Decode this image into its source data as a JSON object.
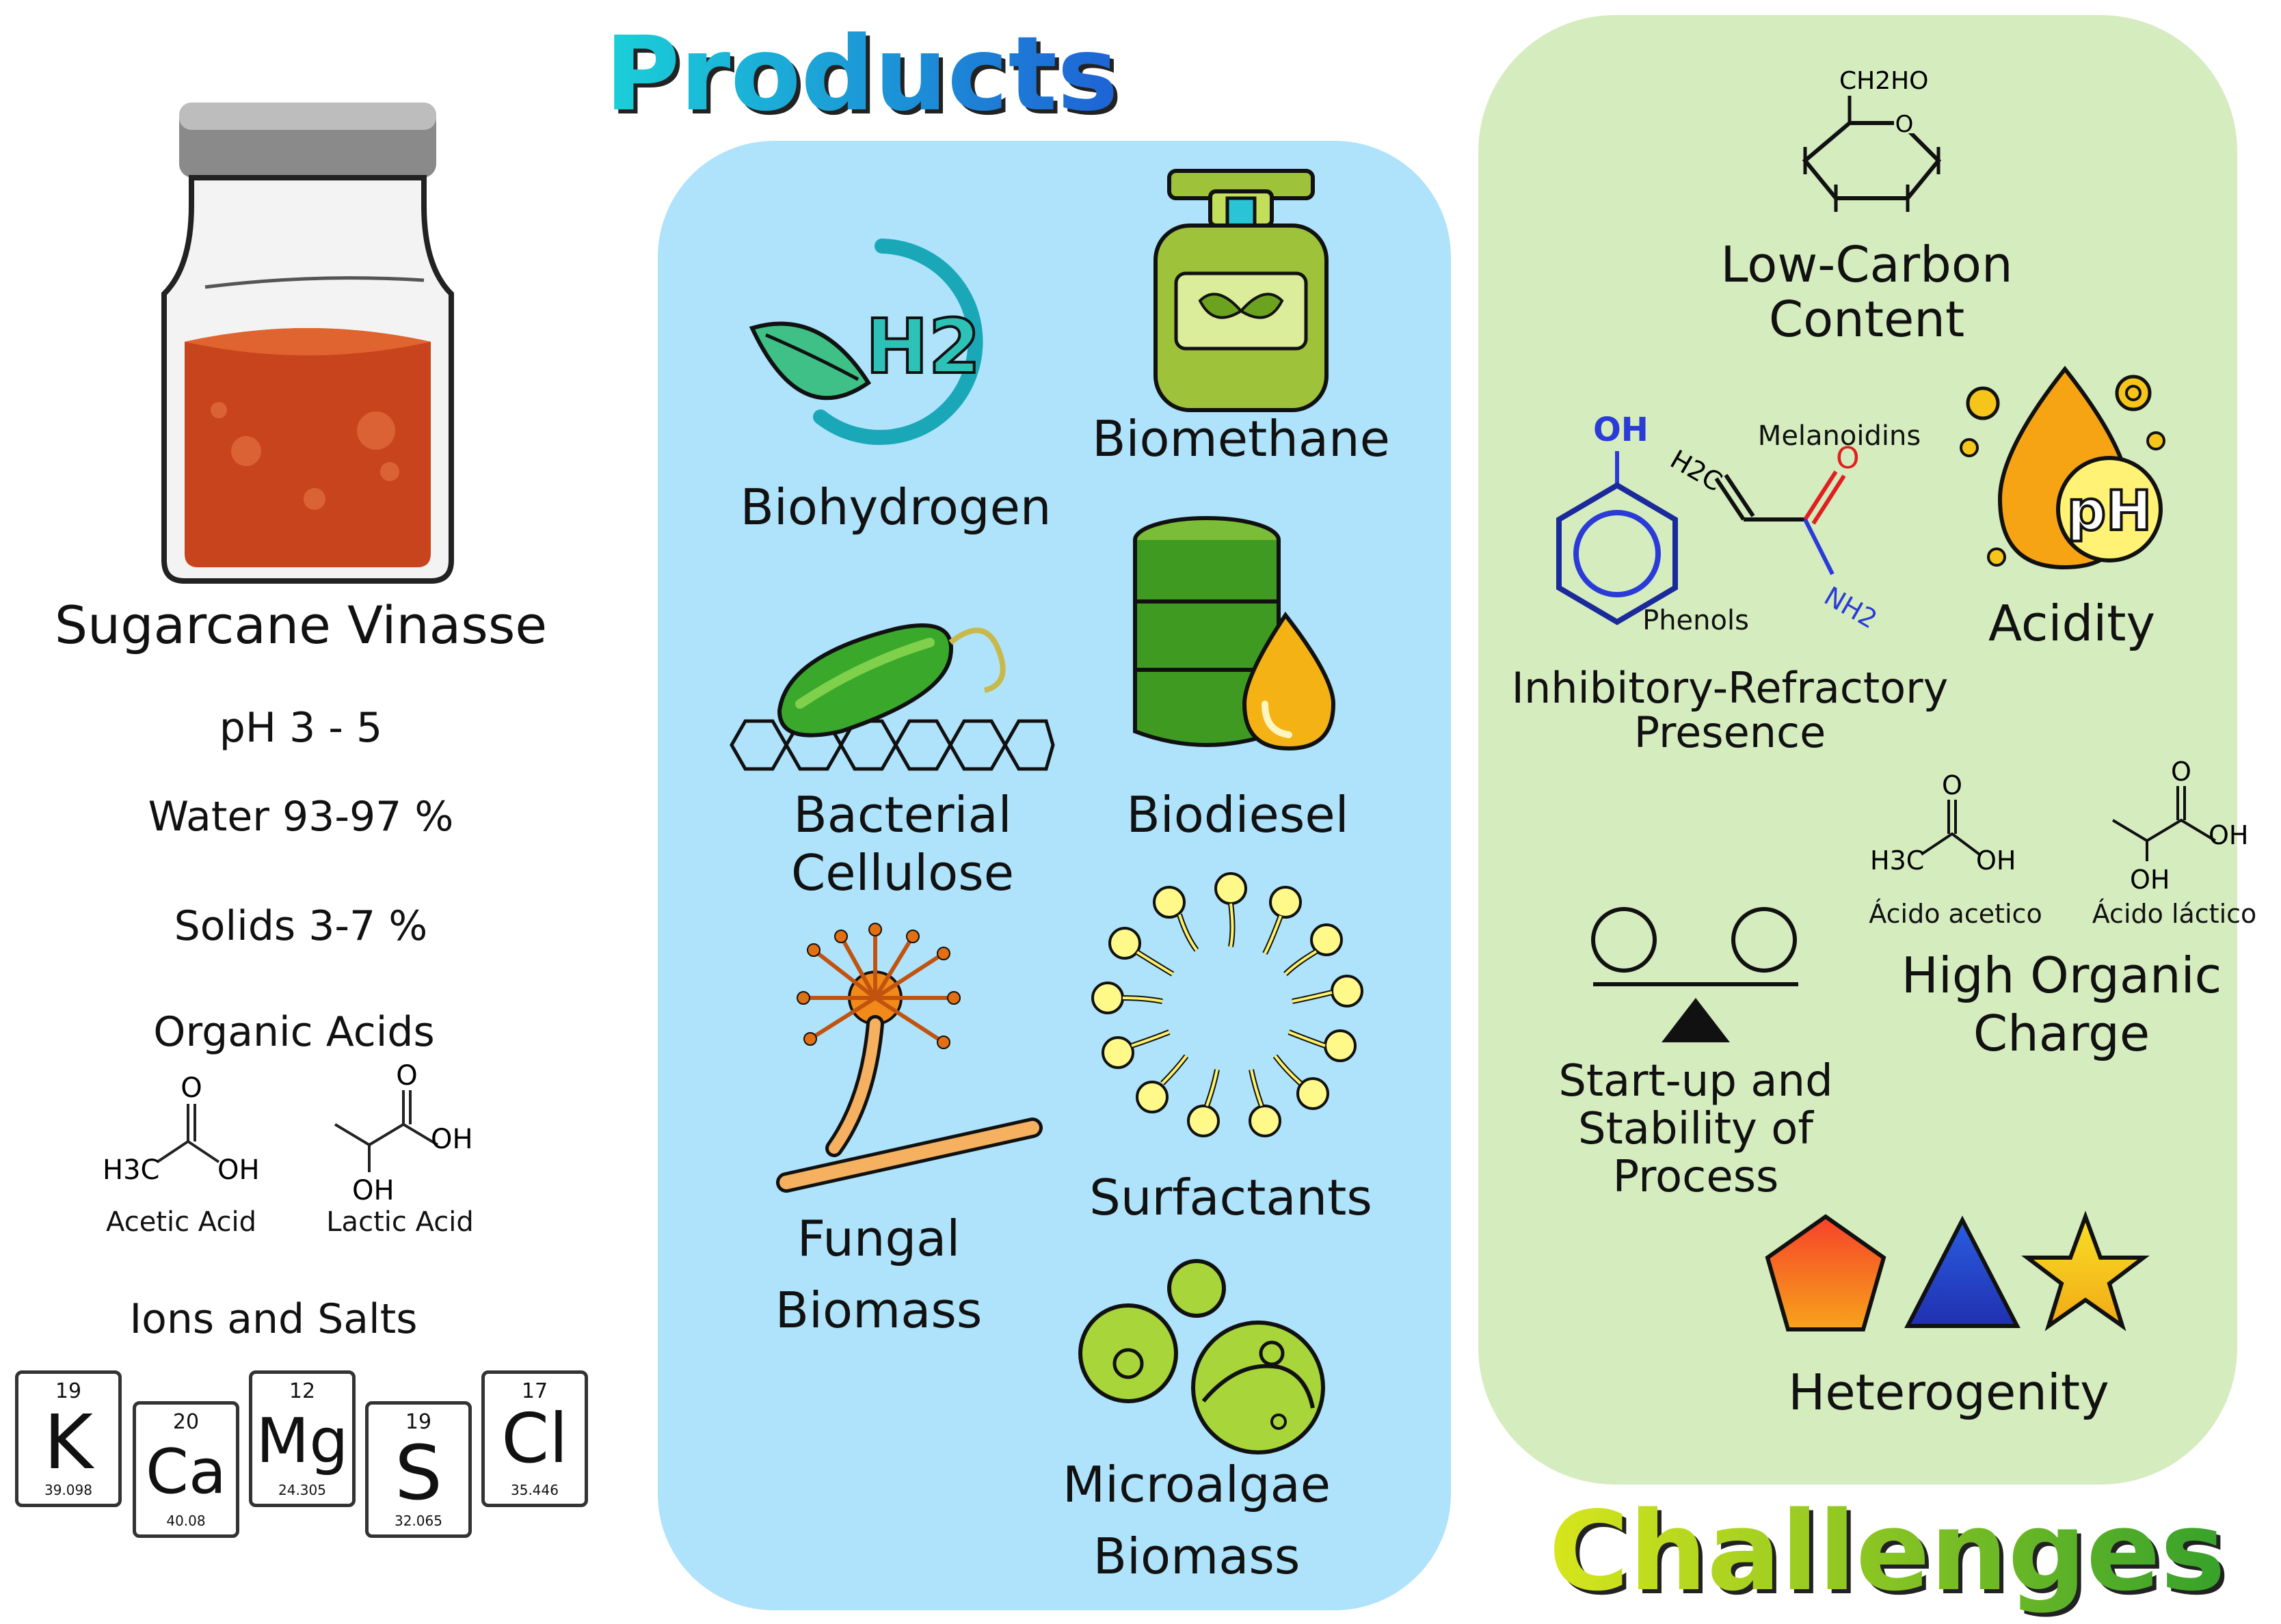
{
  "products_title": "Products",
  "challenges_title": "Challenges",
  "vinasse": {
    "title": "Sugarcane Vinasse",
    "ph": "pH 3 - 5",
    "water": "Water 93-97 %",
    "solids": "Solids 3-7 %",
    "organic_acids": "Organic Acids",
    "acetic_label": "Acetic Acid",
    "lactic_label": "Lactic Acid",
    "ions_title": "Ions and Salts",
    "elements": [
      {
        "number": "19",
        "symbol": "K",
        "mass": "39.098"
      },
      {
        "number": "20",
        "symbol": "Ca",
        "mass": "40.08"
      },
      {
        "number": "12",
        "symbol": "Mg",
        "mass": "24.305"
      },
      {
        "number": "19",
        "symbol": "S",
        "mass": "32.065"
      },
      {
        "number": "17",
        "symbol": "Cl",
        "mass": "35.446"
      }
    ]
  },
  "chem": {
    "h3c": "H3C",
    "oh": "OH",
    "o": "O",
    "ch2ho": "CH2HO",
    "h2c": "H2C",
    "nh2": "NH2",
    "ph_badge": "pH",
    "h2_badge": "H2"
  },
  "products": {
    "biohydrogen": "Biohydrogen",
    "biomethane": "Biomethane",
    "bacterial_cellulose_1": "Bacterial",
    "bacterial_cellulose_2": "Cellulose",
    "biodiesel": "Biodiesel",
    "fungal_1": "Fungal",
    "fungal_2": "Biomass",
    "surfactants": "Surfactants",
    "microalgae_1": "Microalgae",
    "microalgae_2": "Biomass"
  },
  "challenges": {
    "low_carbon_1": "Low-Carbon",
    "low_carbon_2": "Content",
    "melanoidins": "Melanoidins",
    "phenols": "Phenols",
    "inhibitory_1": "Inhibitory-Refractory",
    "inhibitory_2": "Presence",
    "acidity": "Acidity",
    "acido_acetico": "Ácido acetico",
    "acido_lactico": "Ácido láctico",
    "high_organic_1": "High Organic",
    "high_organic_2": "Charge",
    "startup_1": "Start-up and",
    "startup_2": "Stability of",
    "startup_3": "Process",
    "heterogenity": "Heterogenity"
  },
  "colors": {
    "products_panel": "#aee3fb",
    "challenges_panel": "#d5ecbf",
    "vinasse_liquid": "#c8441c",
    "products_title_gradient": [
      "#19c6e0",
      "#1a5fd8"
    ],
    "challenges_title_gradient": [
      "#c9e21a",
      "#3aa52a"
    ]
  }
}
